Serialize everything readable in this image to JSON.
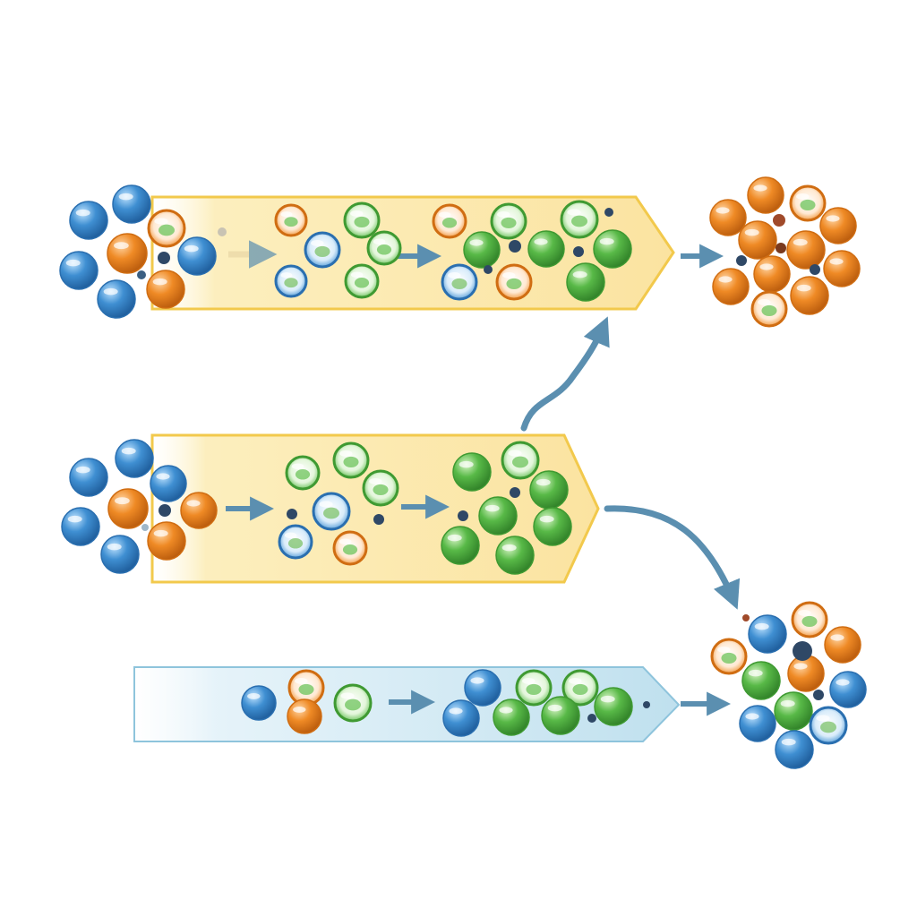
{
  "diagram": {
    "colors": {
      "background": "#ffffff",
      "blue": "#3f8fd2",
      "orange": "#ef8a25",
      "green": "#58b947",
      "dark_dot": "#2f4866",
      "arrow": "#5b8fb0",
      "yellow_band": "#fbe9a8",
      "yellow_border": "#f2c94c",
      "blue_band": "#cfe7f2",
      "blue_border": "#8ec4dc"
    },
    "channels": [
      {
        "id": "top",
        "band": "yellow"
      },
      {
        "id": "middle",
        "band": "yellow"
      },
      {
        "id": "bottom",
        "band": "blue"
      }
    ],
    "clusters": [
      {
        "id": "input-top",
        "composition": [
          "blue",
          "blue",
          "blue",
          "blue",
          "blue",
          "orange",
          "orange",
          "orange"
        ]
      },
      {
        "id": "input-middle",
        "composition": [
          "blue",
          "blue",
          "blue",
          "blue",
          "blue",
          "orange",
          "orange",
          "orange"
        ]
      },
      {
        "id": "output-top",
        "composition": [
          "orange",
          "orange",
          "orange",
          "orange",
          "orange",
          "orange",
          "orange",
          "orange",
          "orange",
          "orange",
          "orange"
        ]
      },
      {
        "id": "output-bottom",
        "composition": [
          "blue",
          "blue",
          "blue",
          "blue",
          "orange",
          "orange",
          "orange",
          "green",
          "green",
          "green"
        ]
      }
    ],
    "connectors": [
      {
        "id": "middle-to-top",
        "icon": "curved-arrow-up"
      },
      {
        "id": "middle-to-bottom",
        "icon": "curved-arrow-down"
      }
    ]
  }
}
